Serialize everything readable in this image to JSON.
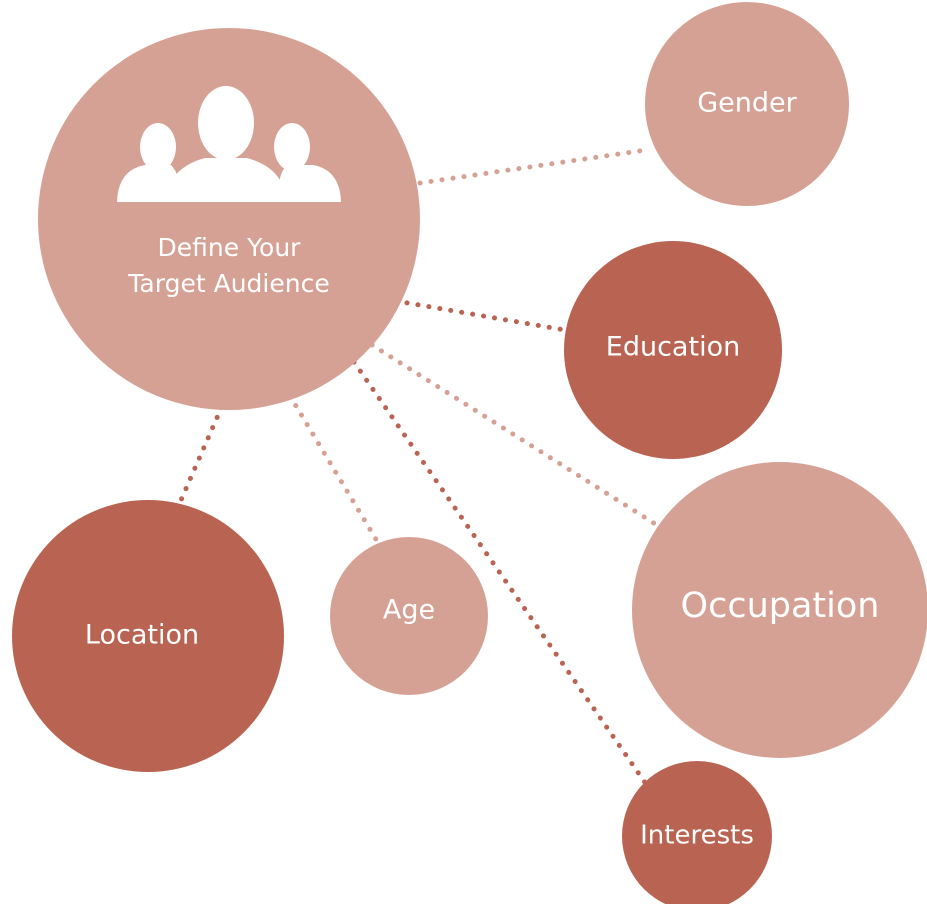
{
  "diagram": {
    "colors": {
      "light": "#d6a195",
      "dark": "#b96453",
      "background": "#ffffff"
    },
    "center": {
      "title_line1": "Define Your",
      "title_line2": "Target Audience",
      "icon": "group-people-icon",
      "tone": "light"
    },
    "nodes": [
      {
        "id": "gender",
        "label": "Gender",
        "tone": "light"
      },
      {
        "id": "education",
        "label": "Education",
        "tone": "dark"
      },
      {
        "id": "occupation",
        "label": "Occupation",
        "tone": "light"
      },
      {
        "id": "interests",
        "label": "Interests",
        "tone": "dark"
      },
      {
        "id": "age",
        "label": "Age",
        "tone": "light"
      },
      {
        "id": "location",
        "label": "Location",
        "tone": "dark"
      }
    ]
  }
}
